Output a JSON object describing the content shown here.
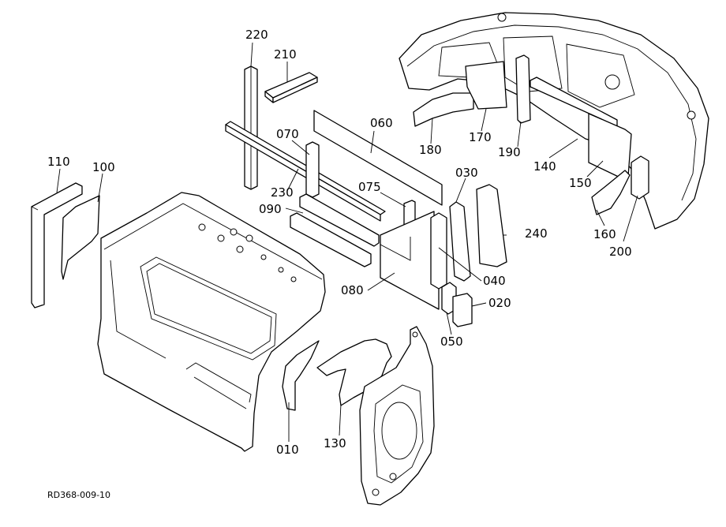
{
  "labels": {
    "p220": "220",
    "p210": "210",
    "p060": "060",
    "p070": "070",
    "p075": "075",
    "p230": "230",
    "p090": "090",
    "p110": "110",
    "p100": "100",
    "p080": "080",
    "p030": "030",
    "p240": "240",
    "p040": "040",
    "p020": "020",
    "p050": "050",
    "p010": "010",
    "p130": "130",
    "p180": "180",
    "p170": "170",
    "p190": "190",
    "p140": "140",
    "p150": "150",
    "p160": "160",
    "p200": "200"
  },
  "reference_code": "RD368-009-10"
}
